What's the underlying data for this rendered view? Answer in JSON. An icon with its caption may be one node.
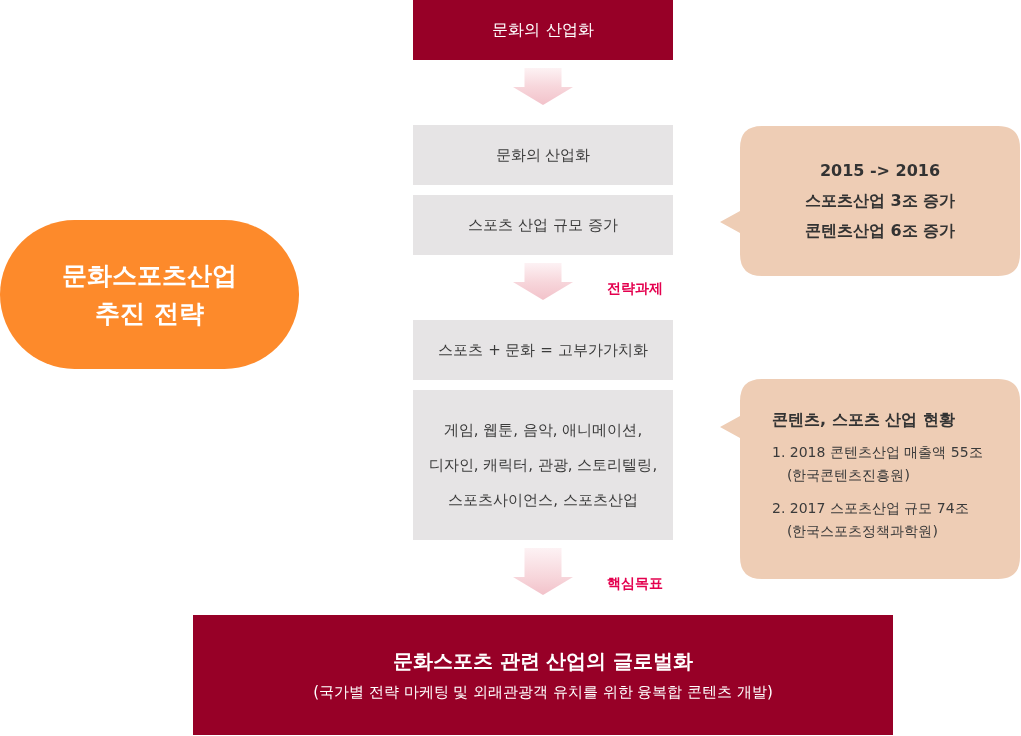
{
  "diagram": {
    "nodes": [
      {
        "text": [
          "문화스포츠산업 추진 전략"
        ]
      },
      {
        "text": [
          "문화의 산업화"
        ]
      },
      {
        "text": [
          "문화의 산업화"
        ]
      },
      {
        "text": [
          "스포츠 산업 규모 증가"
        ]
      },
      {
        "text": [
          "스포츠 + 문화 = 고부가가치화"
        ]
      },
      {
        "text": [
          "게임, 웹툰, 음악, 애니메이션, 디자인, 캐릭터, 관광, 스토리텔링, 스포츠사이언스, 스포츠산업"
        ]
      },
      {
        "text": [
          "문화스포츠 관련 산업의 글로벌화",
          "(국가별 전략 마케팅 및 외래관광객 유치를 위한 융복합 콘텐츠 개발)"
        ]
      },
      {
        "text": [
          "2015 -> 2016",
          "스포츠산업 3조 증가",
          "콘텐츠산업 6조 증가"
        ]
      },
      {
        "text": [
          "콘텐츠, 스포츠 산업 현황",
          "1. 2018 콘텐츠산업 매출액 55조",
          "(한국콘텐츠진흥원)",
          "2. 2017 스포츠산업 규모 74조",
          "(한국스포츠정책과학원)"
        ]
      }
    ],
    "edges": [
      {
        "from": 1,
        "to": 2,
        "arrow": "to"
      },
      {
        "from": 3,
        "to": 4,
        "arrow": "to",
        "label": "전략과제"
      },
      {
        "from": 5,
        "to": 6,
        "arrow": "to",
        "label": "핵심목표"
      }
    ]
  }
}
